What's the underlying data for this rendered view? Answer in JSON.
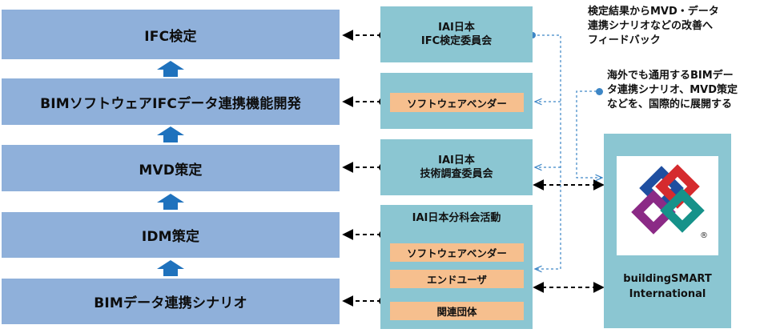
{
  "steps": [
    {
      "label": "IFC検定"
    },
    {
      "label": "BIMソフトウェアIFCデータ連携機能開発"
    },
    {
      "label": "MVD策定"
    },
    {
      "label": "IDM策定"
    },
    {
      "label": "BIMデータ連携シナリオ"
    }
  ],
  "orgs": {
    "ifc_committee": {
      "line1": "IAI日本",
      "line2": "IFC検定委員会"
    },
    "software_vendor_box": {
      "tag": "ソフトウェアベンダー"
    },
    "tech_committee": {
      "line1": "IAI日本",
      "line2": "技術調査委員会"
    },
    "subcommittee": {
      "title": "IAI日本分科会活動",
      "tags": [
        "ソフトウェアベンダー",
        "エンドユーザ",
        "関連団体"
      ]
    }
  },
  "buildingsmart": {
    "name_line1": "buildingSMART",
    "name_line2": "International",
    "registered_mark": "®"
  },
  "notes": {
    "feedback": [
      "検定結果からMVD・データ",
      "連携シナリオなどの改善へ",
      "フィードバック"
    ],
    "international": [
      "海外でも通用するBIMデー",
      "タ連携シナリオ、MVD策定",
      "などを、国際的に展開する"
    ]
  },
  "colors": {
    "step_fill": "#8fb0da",
    "arrow_up": "#1f72bd",
    "org_fill": "#8bc6d2",
    "tag_fill": "#f6bf8e",
    "bullet": "#3d86c6",
    "dashed_blue": "#3d86c6"
  },
  "icons": {
    "up_arrow": "up-arrow-icon",
    "logo": "buildingsmart-logo-icon"
  }
}
